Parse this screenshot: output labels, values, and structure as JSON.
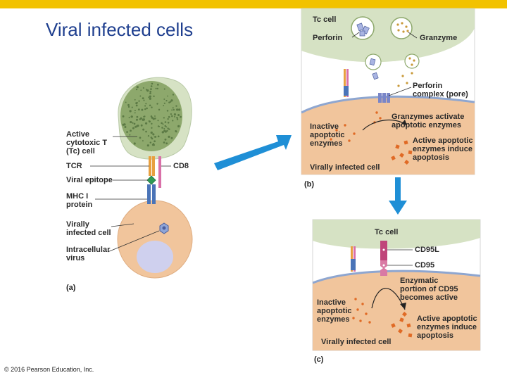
{
  "title": "Viral infected cells",
  "copyright": "© 2016 Pearson Education, Inc.",
  "colors": {
    "top_bar": "#f2c200",
    "title": "#1f3f8f",
    "tc_cell_fill": "#d6e2c4",
    "infected_cell_fill": "#f1c59c",
    "nucleus_tc": "#8da86c",
    "nucleus_infected": "#cfd0ee",
    "arrow": "#1f8fd6",
    "cd8_pink": "#d970a8",
    "tcr_orange": "#e8a040",
    "mhc_blue": "#4a74b8",
    "epitope_green": "#2e9b55",
    "enzyme_orange": "#e06a25"
  },
  "panel_a": {
    "letter": "(a)",
    "labels": {
      "tc_cell": "Active\ncytotoxic T\n(Tc) cell",
      "tcr": "TCR",
      "cd8": "CD8",
      "epitope": "Viral epitope",
      "mhc": "MHC I\nprotein",
      "infected_cell": "Virally\ninfected cell",
      "virus": "Intracellular\nvirus"
    }
  },
  "panel_b": {
    "letter": "(b)",
    "labels": {
      "tc_cell": "Tc cell",
      "perforin": "Perforin",
      "granzyme": "Granzyme",
      "pore": "Perforin\ncomplex (pore)",
      "activate": "Granzymes activate\napoptotic enzymes",
      "inactive": "Inactive\napoptotic\nenzymes",
      "active": "Active apoptotic\nenzymes induce\napoptosis",
      "infected": "Virally infected cell"
    }
  },
  "panel_c": {
    "letter": "(c)",
    "labels": {
      "tc_cell": "Tc cell",
      "cd95l": "CD95L",
      "cd95": "CD95",
      "enzymatic": "Enzymatic\nportion of CD95\nbecomes active",
      "inactive": "Inactive\napoptotic\nenzymes",
      "active": "Active apoptotic\nenzymes induce\napoptosis",
      "infected": "Virally infected cell"
    }
  }
}
